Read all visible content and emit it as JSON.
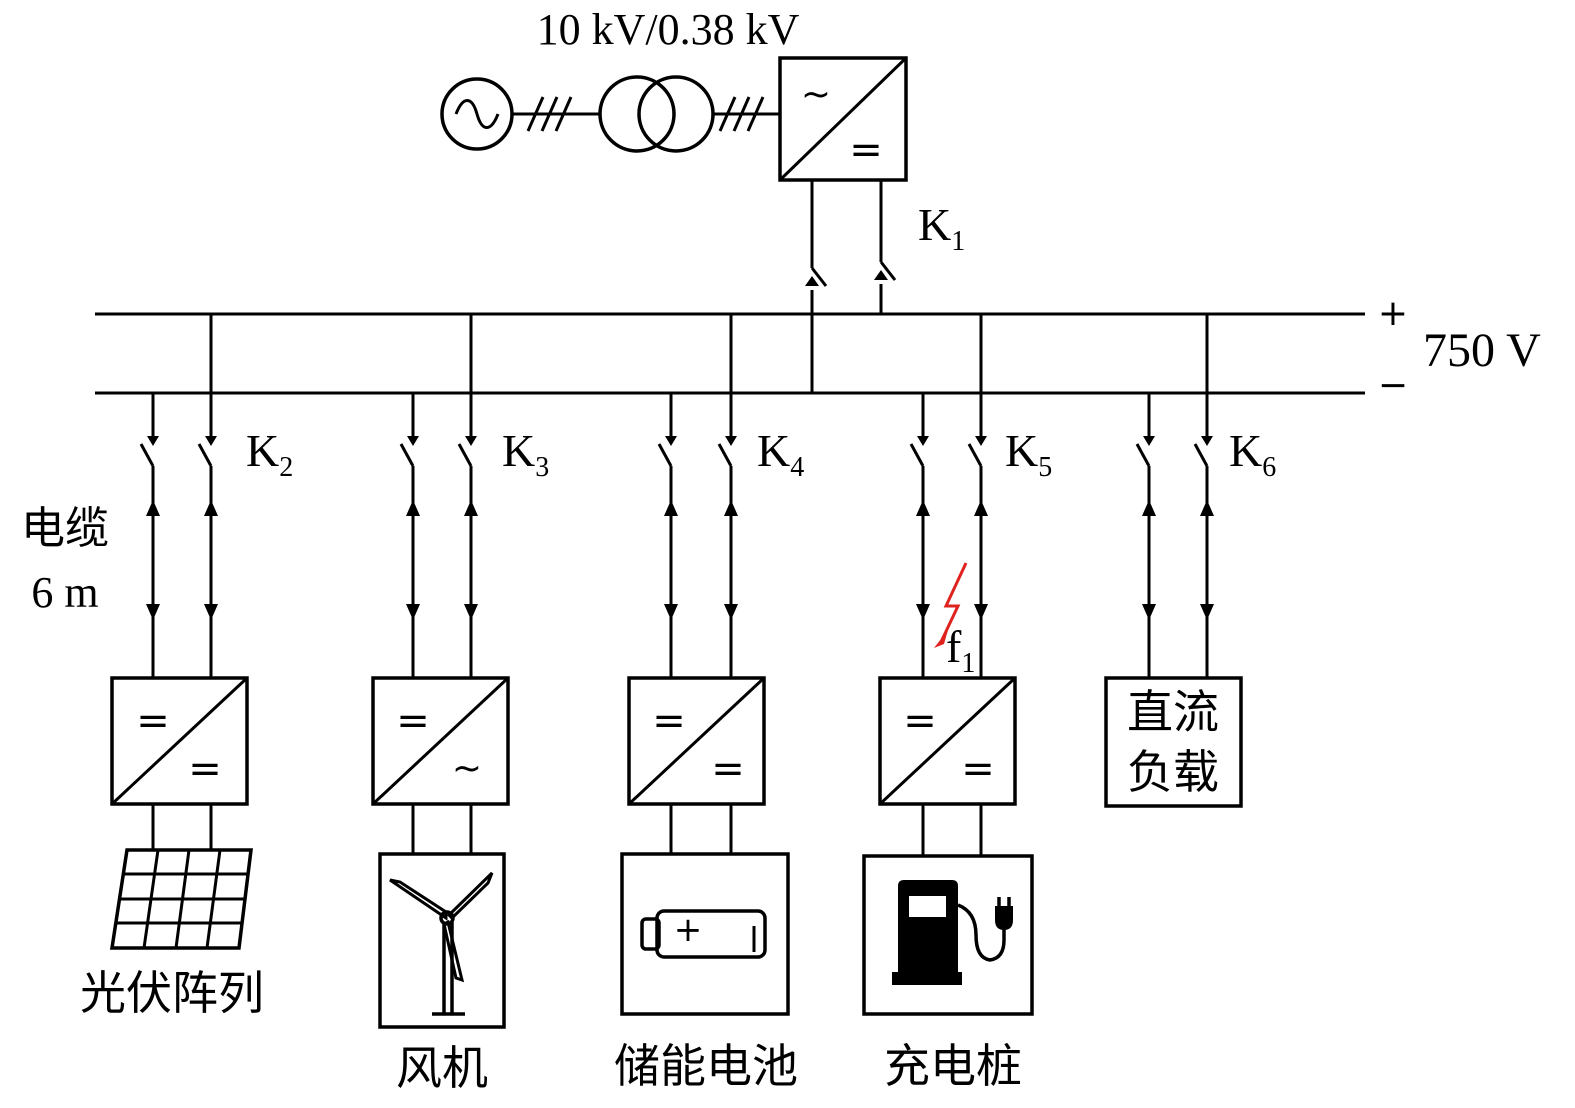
{
  "source": {
    "transformer_rating": "10 kV/0.38 kV",
    "ac_symbol": "~",
    "dc_symbol": "="
  },
  "bus": {
    "voltage": "750 V",
    "pos_sign": "+",
    "neg_sign": "−"
  },
  "k1": {
    "base": "K",
    "sub": "1"
  },
  "cable_label": {
    "line1": "电缆",
    "line2": "6 m"
  },
  "fault": {
    "base": "f",
    "sub": "1",
    "color": "#e0221f"
  },
  "feeders": [
    {
      "switch_base": "K",
      "switch_sub": "2",
      "conv_top": "=",
      "conv_bottom": "=",
      "device_label": "光伏阵列"
    },
    {
      "switch_base": "K",
      "switch_sub": "3",
      "conv_top": "=",
      "conv_bottom": "~",
      "device_label": "风机"
    },
    {
      "switch_base": "K",
      "switch_sub": "4",
      "conv_top": "=",
      "conv_bottom": "=",
      "device_label": "储能电池"
    },
    {
      "switch_base": "K",
      "switch_sub": "5",
      "conv_top": "=",
      "conv_bottom": "=",
      "device_label": "充电桩"
    },
    {
      "switch_base": "K",
      "switch_sub": "6",
      "device_line1": "直流",
      "device_line2": "负载"
    }
  ],
  "battery_plus": "+"
}
